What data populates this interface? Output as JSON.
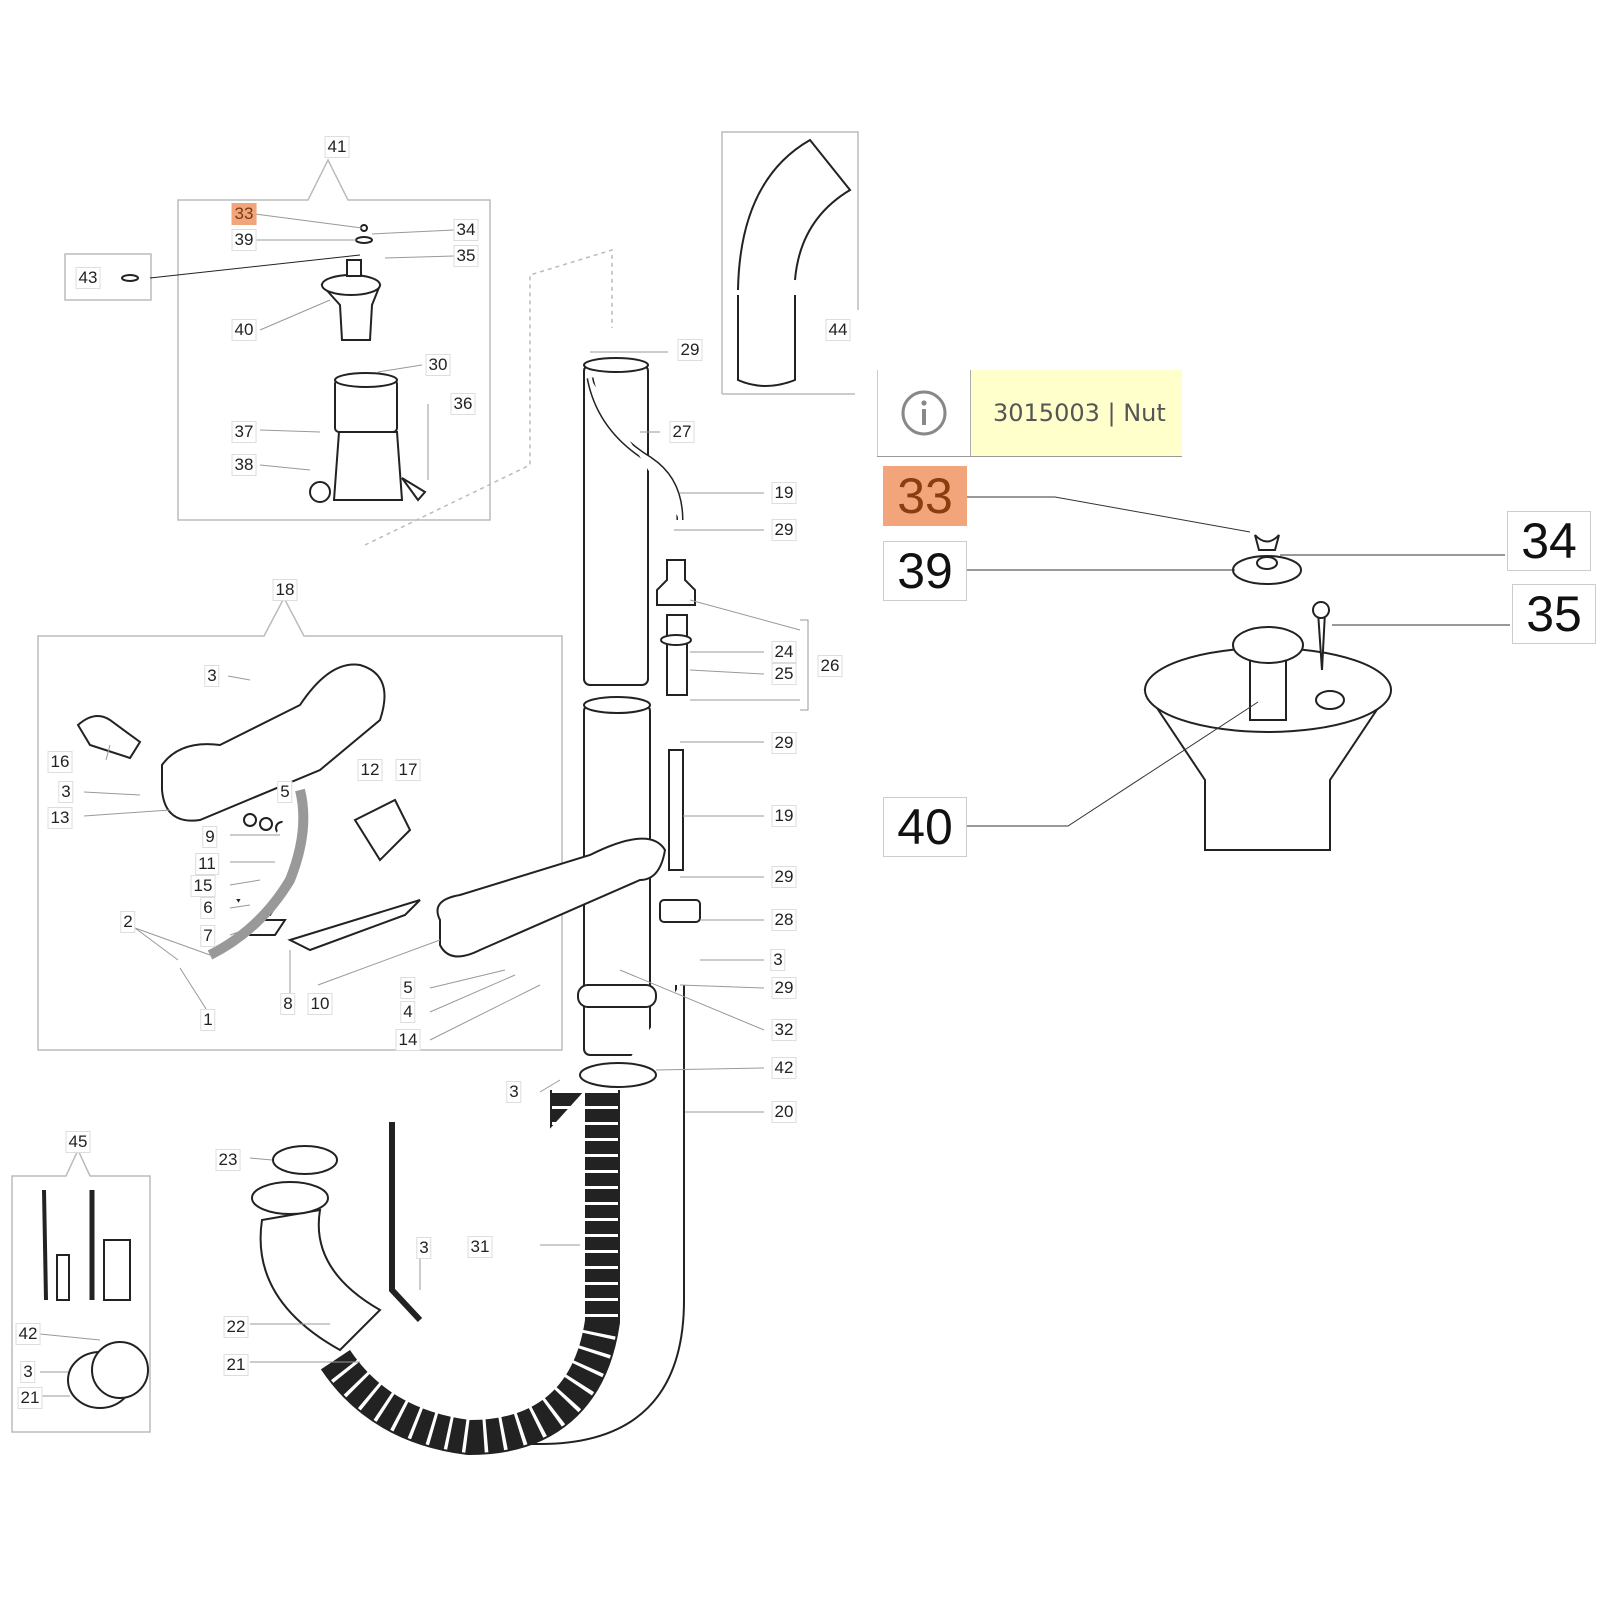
{
  "tooltip": {
    "icon": "info-icon",
    "text": "3015003 | Nut"
  },
  "highlight": {
    "selected_part": "33",
    "color": "#f2a57a"
  },
  "groups": [
    {
      "label": "41",
      "name": "pump-assembly-group"
    },
    {
      "label": "18",
      "name": "handle-assembly-group"
    },
    {
      "label": "45",
      "name": "tool-kit-group"
    },
    {
      "label": "44",
      "name": "nozzle-group"
    }
  ],
  "callouts": [
    {
      "label": "41"
    },
    {
      "label": "33"
    },
    {
      "label": "39"
    },
    {
      "label": "34"
    },
    {
      "label": "35"
    },
    {
      "label": "43"
    },
    {
      "label": "40"
    },
    {
      "label": "30"
    },
    {
      "label": "36"
    },
    {
      "label": "37"
    },
    {
      "label": "38"
    },
    {
      "label": "29"
    },
    {
      "label": "27"
    },
    {
      "label": "44"
    },
    {
      "label": "19"
    },
    {
      "label": "29"
    },
    {
      "label": "24"
    },
    {
      "label": "25"
    },
    {
      "label": "26"
    },
    {
      "label": "29"
    },
    {
      "label": "19"
    },
    {
      "label": "29"
    },
    {
      "label": "28"
    },
    {
      "label": "3"
    },
    {
      "label": "29"
    },
    {
      "label": "32"
    },
    {
      "label": "42"
    },
    {
      "label": "20"
    },
    {
      "label": "3"
    },
    {
      "label": "18"
    },
    {
      "label": "3"
    },
    {
      "label": "16"
    },
    {
      "label": "3"
    },
    {
      "label": "13"
    },
    {
      "label": "12"
    },
    {
      "label": "17"
    },
    {
      "label": "5"
    },
    {
      "label": "9"
    },
    {
      "label": "11"
    },
    {
      "label": "15"
    },
    {
      "label": "6"
    },
    {
      "label": "7"
    },
    {
      "label": "2"
    },
    {
      "label": "1"
    },
    {
      "label": "8"
    },
    {
      "label": "10"
    },
    {
      "label": "5"
    },
    {
      "label": "4"
    },
    {
      "label": "14"
    },
    {
      "label": "45"
    },
    {
      "label": "42"
    },
    {
      "label": "3"
    },
    {
      "label": "21"
    },
    {
      "label": "23"
    },
    {
      "label": "22"
    },
    {
      "label": "21"
    },
    {
      "label": "3"
    },
    {
      "label": "31"
    }
  ],
  "detail_view": {
    "callouts": [
      {
        "label": "33"
      },
      {
        "label": "39"
      },
      {
        "label": "34"
      },
      {
        "label": "35"
      },
      {
        "label": "40"
      }
    ]
  }
}
